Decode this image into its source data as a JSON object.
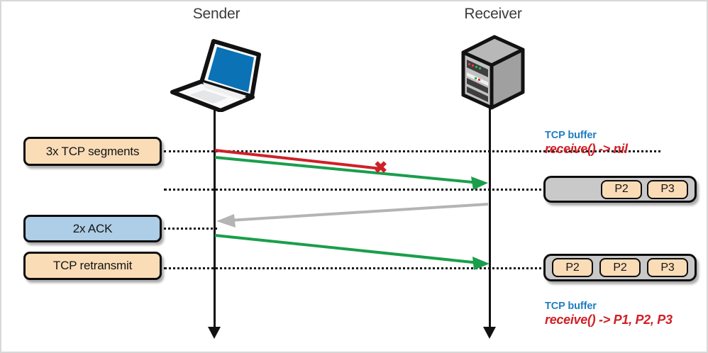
{
  "diagram": {
    "title_hidden": "",
    "actors": {
      "sender": {
        "label": "Sender",
        "icon": "laptop-icon"
      },
      "receiver": {
        "label": "Receiver",
        "icon": "server-icon"
      }
    },
    "annotations": [
      {
        "id": "segments",
        "label": "3x TCP segments",
        "color": "#fadcb7"
      },
      {
        "id": "ack",
        "label": "2x ACK",
        "color": "#aecde6"
      },
      {
        "id": "retransmit",
        "label": "TCP retransmit",
        "color": "#fadcb7"
      }
    ],
    "messages": [
      {
        "id": "lost-segment",
        "label": "",
        "color": "#cf2027",
        "direction": "sender-to-receiver",
        "status": "dropped",
        "marker": "x-marker"
      },
      {
        "id": "delivered-segments",
        "label": "",
        "color": "#1a9e4b",
        "direction": "sender-to-receiver",
        "status": "delivered"
      },
      {
        "id": "ack-response",
        "label": "",
        "color": "#b4b4b4",
        "direction": "receiver-to-sender",
        "status": "delivered"
      },
      {
        "id": "retransmit-segment",
        "label": "",
        "color": "#1a9e4b",
        "direction": "sender-to-receiver",
        "status": "delivered"
      }
    ],
    "buffers": [
      {
        "id": "buffer-top",
        "caption_title": "TCP buffer",
        "caption_call": "receive() -> nil",
        "packets": [
          "P2",
          "P3"
        ],
        "fill": "#c9c9c9",
        "packet_fill": "#fadcb7"
      },
      {
        "id": "buffer-bottom",
        "caption_title": "TCP buffer",
        "caption_call": "receive() -> P1, P2, P3",
        "packets": [
          "P2",
          "P2",
          "P3"
        ],
        "fill": "#c9c9c9",
        "packet_fill": "#fadcb7"
      }
    ],
    "markers": {
      "drop": "✖"
    },
    "colors": {
      "green": "#1a9e4b",
      "red": "#cf2027",
      "gray_arrow": "#b4b4b4",
      "blue_text": "#1f7dc0",
      "laptop_screen": "#0b72b5",
      "server_body": "#a0a0a0",
      "peach": "#fadcb7",
      "light_blue": "#aecde6",
      "buffer_gray": "#c9c9c9",
      "outline": "#0d0d0d"
    }
  }
}
